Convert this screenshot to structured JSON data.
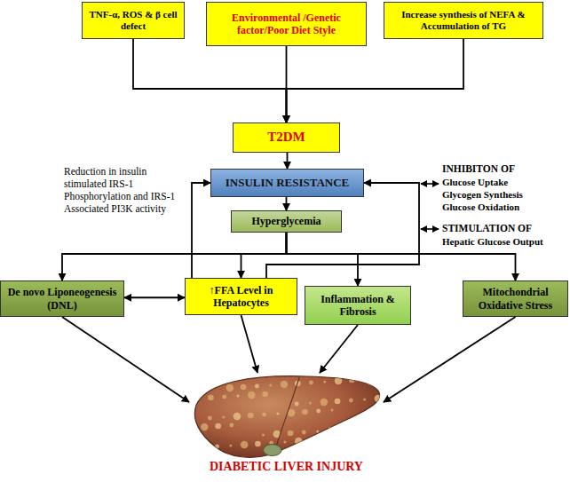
{
  "diagram": {
    "nodes": [
      {
        "text": [
          "TNF-α, ROS & β cell defect"
        ]
      },
      {
        "text": [
          "Environmental /Genetic factor/Poor Diet Style"
        ]
      },
      {
        "text": [
          "Increase synthesis of NEFA & Accumulation of TG"
        ]
      },
      {
        "text": [
          "T2DM"
        ]
      },
      {
        "text": [
          "INSULIN RESISTANCE"
        ]
      },
      {
        "text": [
          "Hyperglycemia"
        ]
      },
      {
        "text": [
          "De novo Liponeogenesis (DNL)"
        ]
      },
      {
        "text": [
          "↑FFA Level in Hepatocytes"
        ]
      },
      {
        "text": [
          "Inflammation & Fibrosis"
        ]
      },
      {
        "text": [
          "Mitochondrial Oxidative Stress"
        ]
      },
      {
        "text": [
          "DIABETIC LIVER INJURY"
        ]
      }
    ],
    "edges": [
      {
        "from": 0,
        "to": 3,
        "arrow": "to"
      },
      {
        "from": 1,
        "to": 3,
        "arrow": "to"
      },
      {
        "from": 2,
        "to": 3,
        "arrow": "to"
      },
      {
        "from": 3,
        "to": 4,
        "arrow": "to"
      },
      {
        "from": 4,
        "to": 5,
        "arrow": "to"
      },
      {
        "from": 5,
        "to": 6,
        "arrow": "to"
      },
      {
        "from": 5,
        "to": 7,
        "arrow": "to"
      },
      {
        "from": 5,
        "to": 8,
        "arrow": "to"
      },
      {
        "from": 5,
        "to": 9,
        "arrow": "to"
      },
      {
        "from": 6,
        "to": 7,
        "arrow": "both"
      },
      {
        "from": 7,
        "to": 4,
        "arrow": "to"
      },
      {
        "from": 7,
        "to": 4,
        "arrow": "to"
      },
      {
        "from": 6,
        "to": 10,
        "arrow": "to"
      },
      {
        "from": 7,
        "to": 10,
        "arrow": "to"
      },
      {
        "from": 8,
        "to": 10,
        "arrow": "to"
      },
      {
        "from": 9,
        "to": 10,
        "arrow": "to"
      }
    ],
    "labels": [
      "Reduction in insulin stimulated IRS-1 Phosphorylation and IRS-1 Associated PI3K activity",
      "INHIBITON OF",
      "Glucose Uptake",
      "Glycogen Synthesis",
      "Glucose Oxidation",
      "STIMULATION OF",
      "Hepatic Glucose Output"
    ]
  }
}
